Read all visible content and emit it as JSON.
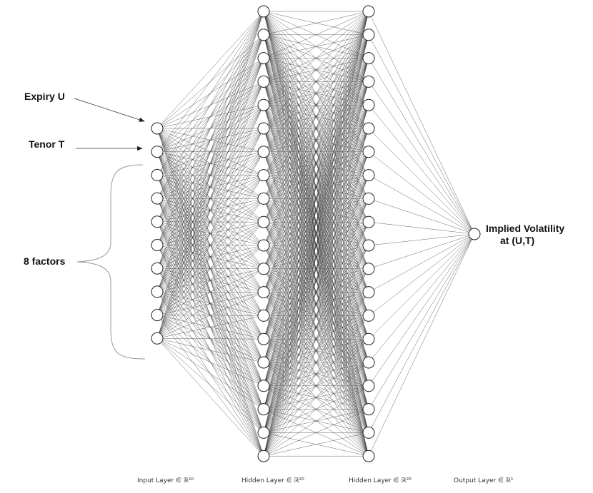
{
  "inputs": {
    "expiry_label": "Expiry U",
    "tenor_label": "Tenor T",
    "factors_label": "8 factors"
  },
  "output": {
    "label_line1": "Implied Volatility",
    "label_line2": "at (U,T)"
  },
  "layers": [
    {
      "caption": "Input Layer ∈ ℝ¹⁰",
      "nodes": 10
    },
    {
      "caption": "Hidden Layer ∈ ℝ²⁰",
      "nodes": 20
    },
    {
      "caption": "Hidden Layer ∈ ℝ²⁰",
      "nodes": 20
    },
    {
      "caption": "Output Layer ∈ ℝ¹",
      "nodes": 1
    }
  ],
  "colors": {
    "edge": "#333333",
    "node_fill": "#ffffff",
    "node_stroke": "#222222",
    "text": "#111111"
  }
}
